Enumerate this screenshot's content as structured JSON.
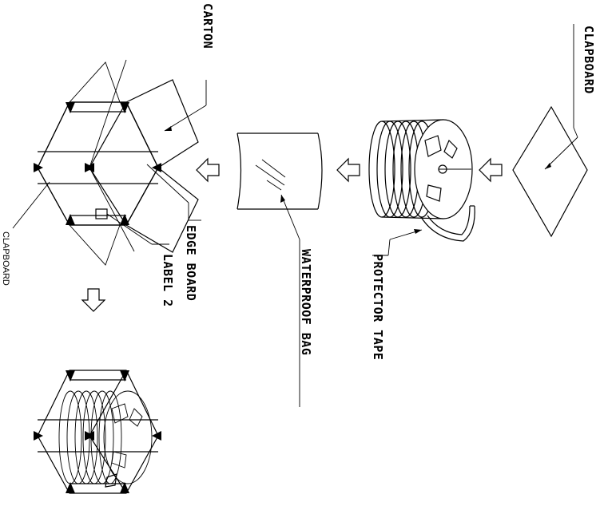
{
  "labels": {
    "clapboard_top": "CLAPBOARD",
    "carton": "CARTON",
    "protector_tape": "PROTECTOR TAPE",
    "waterproof_bag": "WATERPROOF BAG",
    "edge_board": "EDGE BOARD",
    "label2": "LABEL 2",
    "clapboard_side": "CLAPBOARD"
  }
}
